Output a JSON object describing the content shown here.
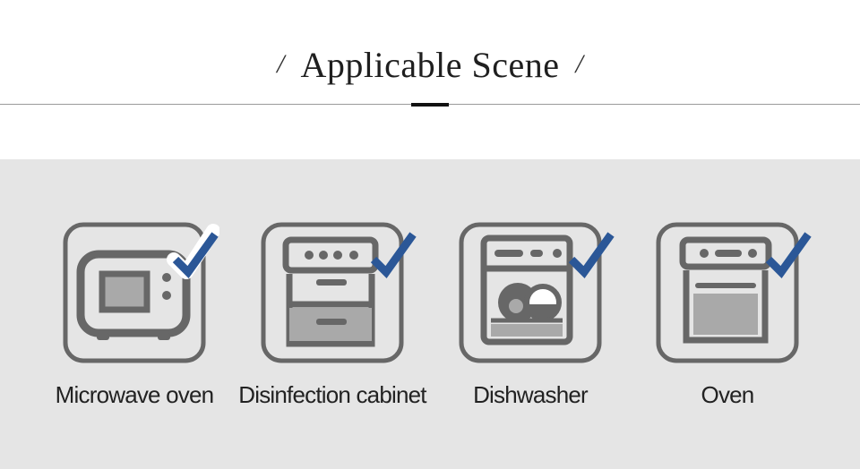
{
  "header": {
    "slash_left": "/",
    "title": "Applicable Scene",
    "slash_right": "/"
  },
  "colors": {
    "icon_gray": "#676767",
    "icon_fill": "#a9a9a9",
    "check_blue": "#2b5797",
    "panel_bg": "#e5e5e5"
  },
  "scenes": [
    {
      "label": "Microwave oven",
      "icon": "microwave-icon"
    },
    {
      "label": "Disinfection cabinet",
      "icon": "disinfection-cabinet-icon"
    },
    {
      "label": "Dishwasher",
      "icon": "dishwasher-icon"
    },
    {
      "label": "Oven",
      "icon": "oven-icon"
    }
  ]
}
